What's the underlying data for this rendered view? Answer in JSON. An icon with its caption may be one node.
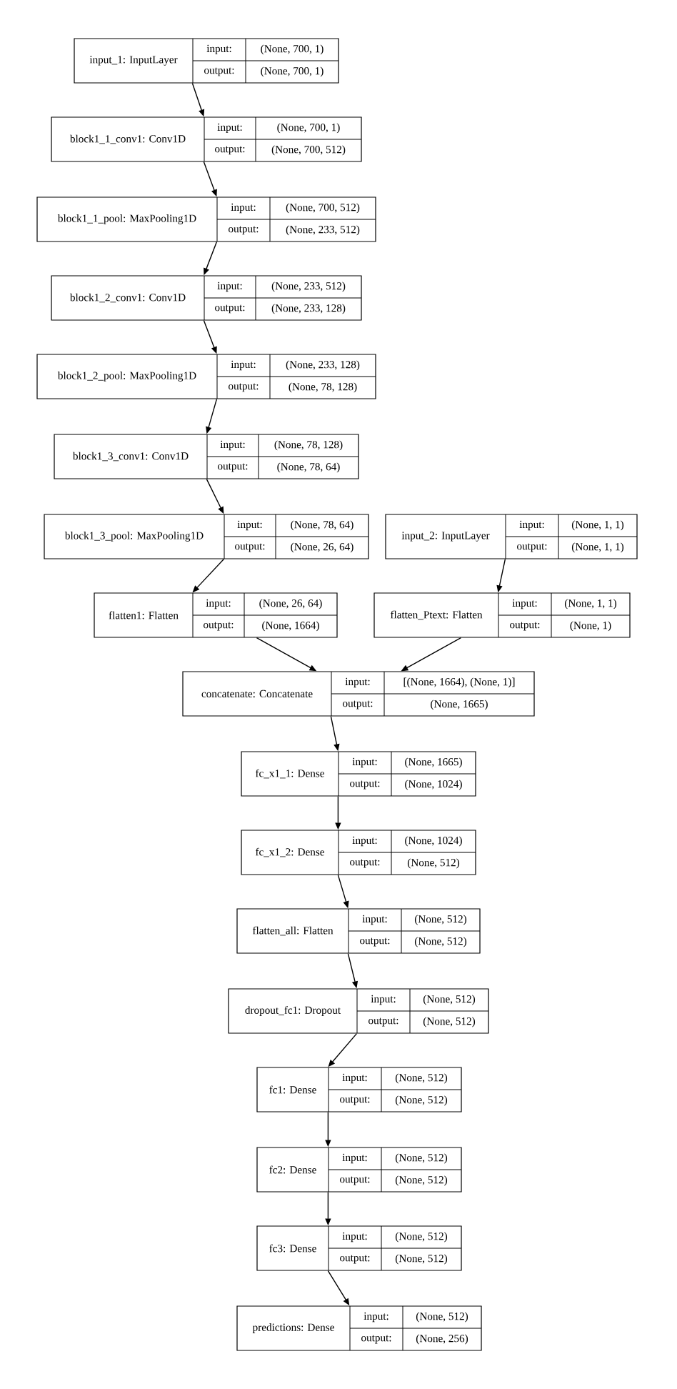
{
  "diagram": {
    "nodes": [
      {
        "text": [
          "input_1: InputLayer",
          "input:",
          "(None, 700, 1)",
          "output:",
          "(None, 700, 1)"
        ]
      },
      {
        "text": [
          "block1_1_conv1: Conv1D",
          "input:",
          "(None, 700, 1)",
          "output:",
          "(None, 700, 512)"
        ]
      },
      {
        "text": [
          "block1_1_pool: MaxPooling1D",
          "input:",
          "(None, 700, 512)",
          "output:",
          "(None, 233, 512)"
        ]
      },
      {
        "text": [
          "block1_2_conv1: Conv1D",
          "input:",
          "(None, 233, 512)",
          "output:",
          "(None, 233, 128)"
        ]
      },
      {
        "text": [
          "block1_2_pool: MaxPooling1D",
          "input:",
          "(None, 233, 128)",
          "output:",
          "(None, 78, 128)"
        ]
      },
      {
        "text": [
          "block1_3_conv1: Conv1D",
          "input:",
          "(None, 78, 128)",
          "output:",
          "(None, 78, 64)"
        ]
      },
      {
        "text": [
          "block1_3_pool: MaxPooling1D",
          "input:",
          "(None, 78, 64)",
          "output:",
          "(None, 26, 64)"
        ]
      },
      {
        "text": [
          "input_2: InputLayer",
          "input:",
          "(None, 1, 1)",
          "output:",
          "(None, 1, 1)"
        ]
      },
      {
        "text": [
          "flatten1: Flatten",
          "input:",
          "(None, 26, 64)",
          "output:",
          "(None, 1664)"
        ]
      },
      {
        "text": [
          "flatten_Ptext: Flatten",
          "input:",
          "(None, 1, 1)",
          "output:",
          "(None, 1)"
        ]
      },
      {
        "text": [
          "concatenate: Concatenate",
          "input:",
          "[(None, 1664), (None, 1)]",
          "output:",
          "(None, 1665)"
        ]
      },
      {
        "text": [
          "fc_x1_1: Dense",
          "input:",
          "(None, 1665)",
          "output:",
          "(None, 1024)"
        ]
      },
      {
        "text": [
          "fc_x1_2: Dense",
          "input:",
          "(None, 1024)",
          "output:",
          "(None, 512)"
        ]
      },
      {
        "text": [
          "flatten_all: Flatten",
          "input:",
          "(None, 512)",
          "output:",
          "(None, 512)"
        ]
      },
      {
        "text": [
          "dropout_fc1: Dropout",
          "input:",
          "(None, 512)",
          "output:",
          "(None, 512)"
        ]
      },
      {
        "text": [
          "fc1: Dense",
          "input:",
          "(None, 512)",
          "output:",
          "(None, 512)"
        ]
      },
      {
        "text": [
          "fc2: Dense",
          "input:",
          "(None, 512)",
          "output:",
          "(None, 512)"
        ]
      },
      {
        "text": [
          "fc3: Dense",
          "input:",
          "(None, 512)",
          "output:",
          "(None, 512)"
        ]
      },
      {
        "text": [
          "predictions: Dense",
          "input:",
          "(None, 512)",
          "output:",
          "(None, 256)"
        ]
      }
    ],
    "edges": [
      {
        "from": 0,
        "to": 1,
        "arrow": "to"
      },
      {
        "from": 1,
        "to": 2,
        "arrow": "to"
      },
      {
        "from": 2,
        "to": 3,
        "arrow": "to"
      },
      {
        "from": 3,
        "to": 4,
        "arrow": "to"
      },
      {
        "from": 4,
        "to": 5,
        "arrow": "to"
      },
      {
        "from": 5,
        "to": 6,
        "arrow": "to"
      },
      {
        "from": 6,
        "to": 8,
        "arrow": "to"
      },
      {
        "from": 7,
        "to": 9,
        "arrow": "to"
      },
      {
        "from": 8,
        "to": 10,
        "arrow": "to"
      },
      {
        "from": 9,
        "to": 10,
        "arrow": "to"
      },
      {
        "from": 10,
        "to": 11,
        "arrow": "to"
      },
      {
        "from": 11,
        "to": 12,
        "arrow": "to"
      },
      {
        "from": 12,
        "to": 13,
        "arrow": "to"
      },
      {
        "from": 13,
        "to": 14,
        "arrow": "to"
      },
      {
        "from": 14,
        "to": 15,
        "arrow": "to"
      },
      {
        "from": 15,
        "to": 16,
        "arrow": "to"
      },
      {
        "from": 16,
        "to": 17,
        "arrow": "to"
      },
      {
        "from": 17,
        "to": 18,
        "arrow": "to"
      }
    ]
  }
}
